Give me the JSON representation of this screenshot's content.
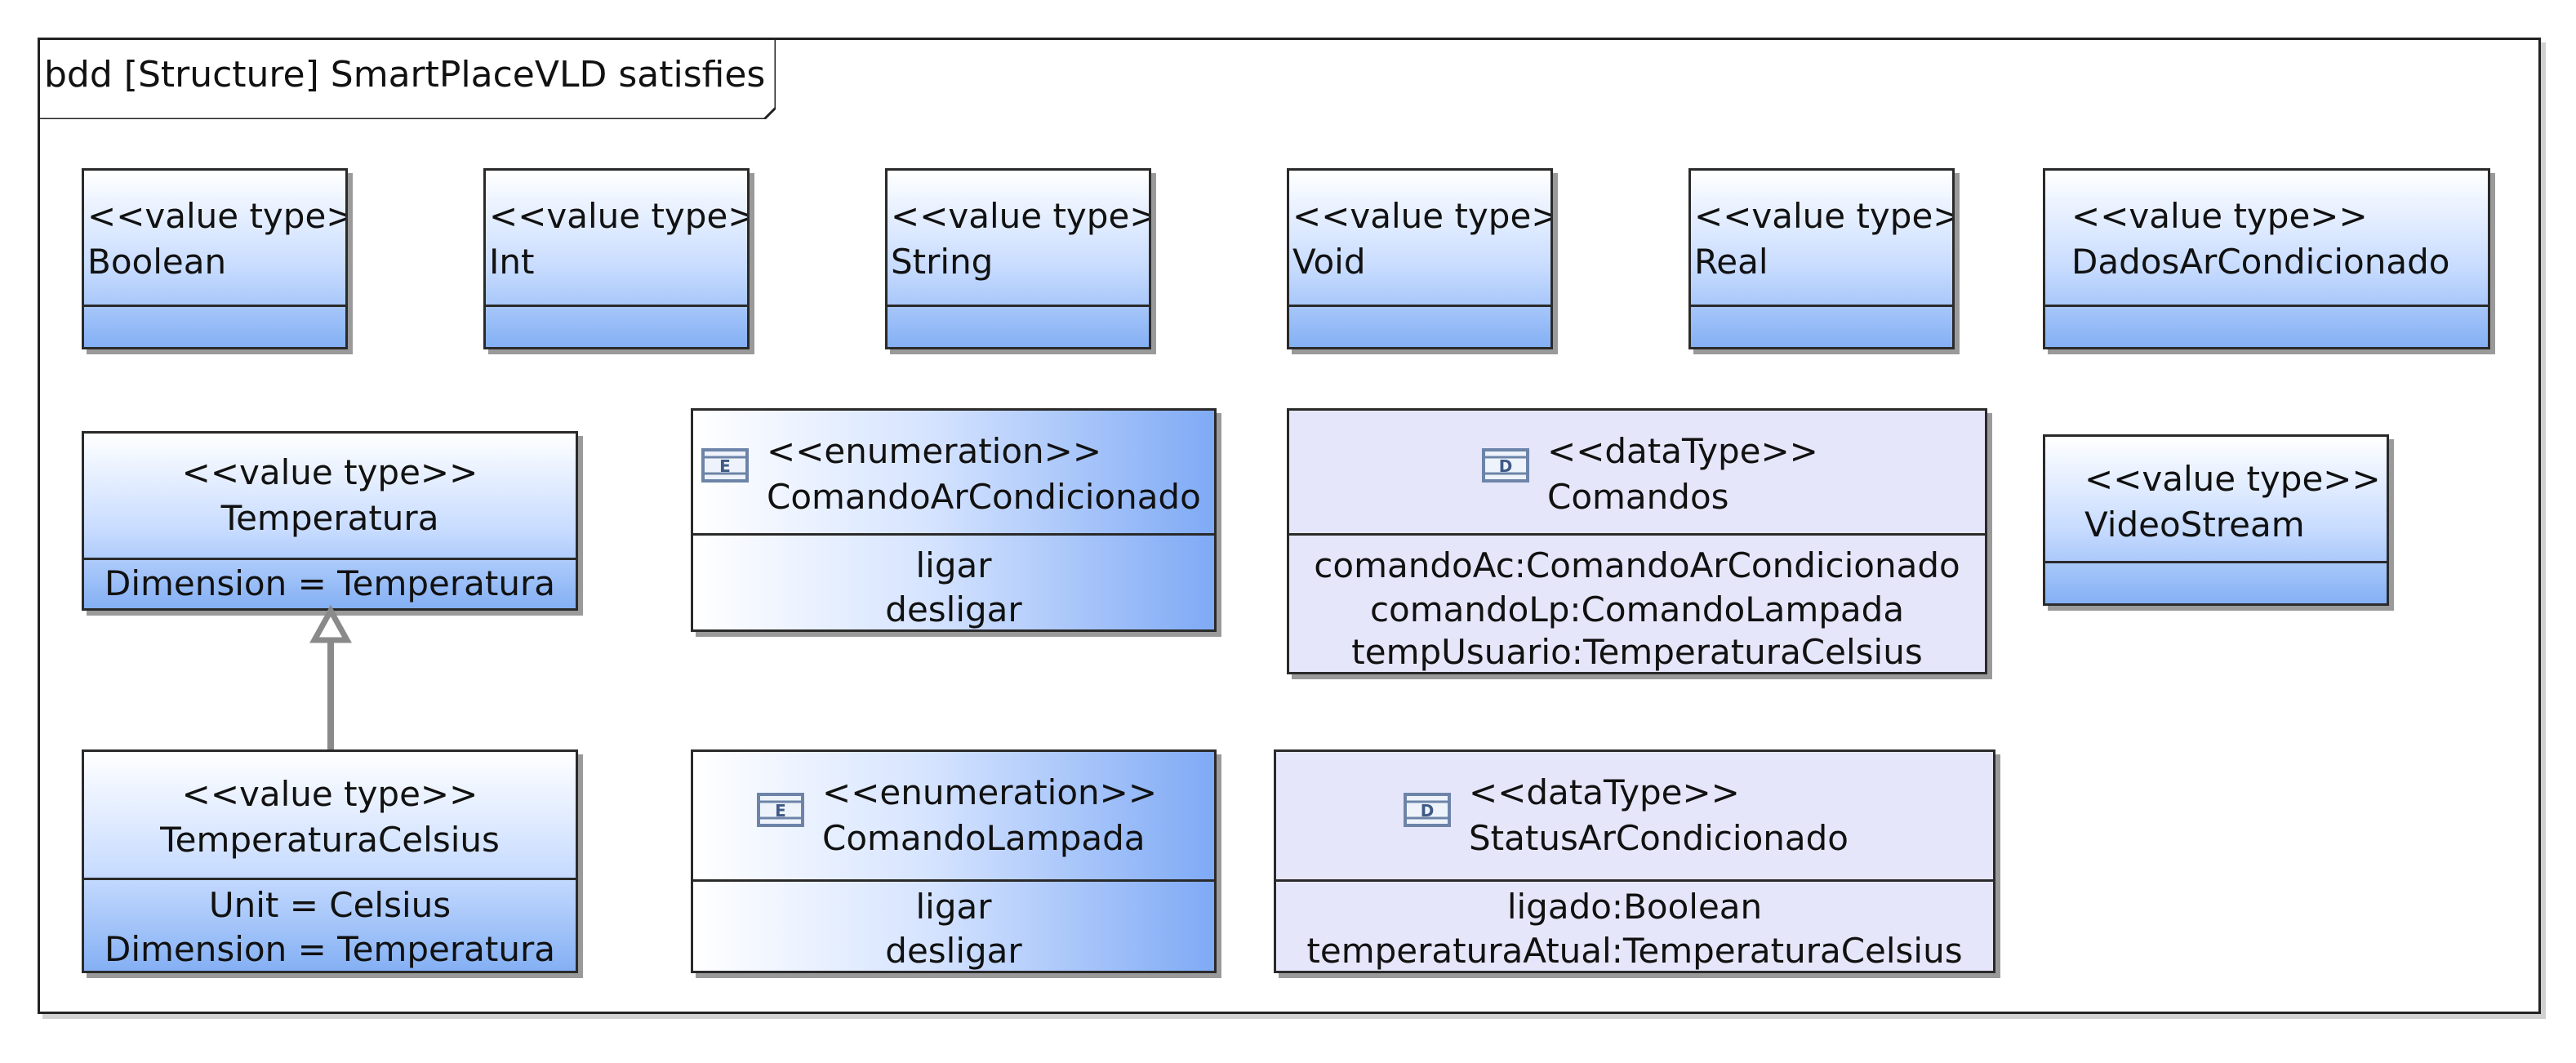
{
  "diagram": {
    "frame_title": "bdd [Structure] SmartPlaceVLD satisfies",
    "stereotypes": {
      "value_type": "<<value type>>",
      "enumeration": "<<enumeration>>",
      "data_type": "<<dataType>>"
    },
    "value_types": [
      {
        "name": "Boolean"
      },
      {
        "name": "Int"
      },
      {
        "name": "String"
      },
      {
        "name": "Void"
      },
      {
        "name": "Real"
      },
      {
        "name": "DadosArCondicionado"
      },
      {
        "name": "VideoStream"
      }
    ],
    "temperatura": {
      "name": "Temperatura",
      "props": [
        "Dimension = Temperatura"
      ]
    },
    "temperatura_celsius": {
      "name": "TemperaturaCelsius",
      "props": [
        "Unit = Celsius",
        "Dimension = Temperatura"
      ]
    },
    "enumerations": [
      {
        "name": "ComandoArCondicionado",
        "literals": [
          "ligar",
          "desligar"
        ]
      },
      {
        "name": "ComandoLampada",
        "literals": [
          "ligar",
          "desligar"
        ]
      }
    ],
    "data_types": [
      {
        "name": "Comandos",
        "attrs": [
          "comandoAc:ComandoArCondicionado",
          "comandoLp:ComandoLampada",
          "tempUsuario:TemperaturaCelsius"
        ]
      },
      {
        "name": "StatusArCondicionado",
        "attrs": [
          "ligado:Boolean",
          "temperaturaAtual:TemperaturaCelsius"
        ]
      }
    ],
    "colors": {
      "value_type_fill": "#84b0f4",
      "enumeration_fill": "#7faaf5",
      "data_type_fill": "#e6e6fa",
      "generalization": "#8a8a8a"
    },
    "icon_labels": {
      "enumeration": "E",
      "data_type": "D"
    }
  }
}
